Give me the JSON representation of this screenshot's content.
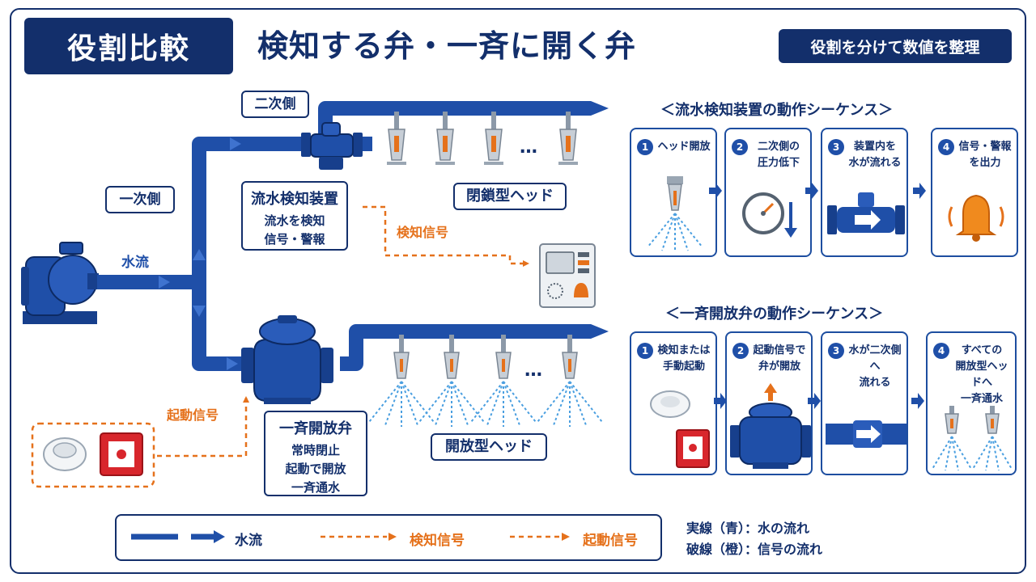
{
  "header": {
    "tag": "役割比較",
    "title": "検知する弁・一斉に開く弁",
    "badge": "役割を分けて数値を整理"
  },
  "diagram": {
    "secondary_side": "二次側",
    "primary_side": "一次側",
    "water_flow": "水流",
    "detection_signal": "検知信号",
    "start_signal": "起動信号",
    "flow_detector": {
      "name": "流水検知装置",
      "line1": "流水を検知",
      "line2": "信号・警報"
    },
    "deluge_valve": {
      "name": "一斉開放弁",
      "line1": "常時閉止",
      "line2": "起動で開放",
      "line3": "一斉通水"
    },
    "closed_head": "閉鎖型ヘッド",
    "open_head": "開放型ヘッド",
    "ellipsis": "…"
  },
  "seq_detector": {
    "title": "＜流水検知装置の動作シーケンス＞",
    "steps": [
      {
        "num": "1",
        "text": "ヘッド開放"
      },
      {
        "num": "2",
        "text": "二次側の\n圧力低下"
      },
      {
        "num": "3",
        "text": "装置内を\n水が流れる"
      },
      {
        "num": "4",
        "text": "信号・警報\nを出力"
      }
    ]
  },
  "seq_deluge": {
    "title": "＜一斉開放弁の動作シーケンス＞",
    "steps": [
      {
        "num": "1",
        "text": "検知または\n手動起動"
      },
      {
        "num": "2",
        "text": "起動信号で\n弁が開放"
      },
      {
        "num": "3",
        "text": "水が二次側へ\n流れる"
      },
      {
        "num": "4",
        "text": "すべての\n開放型ヘッドへ\n一斉通水"
      }
    ]
  },
  "legend": {
    "water": "水流",
    "detect": "検知信号",
    "start": "起動信号",
    "note1": "実線（青）：水の流れ",
    "note2": "破線（橙）：信号の流れ"
  },
  "colors": {
    "navy": "#132f6b",
    "pipe": "#1f4fa8",
    "signal": "#e5711b",
    "water": "#4a9fe0"
  }
}
